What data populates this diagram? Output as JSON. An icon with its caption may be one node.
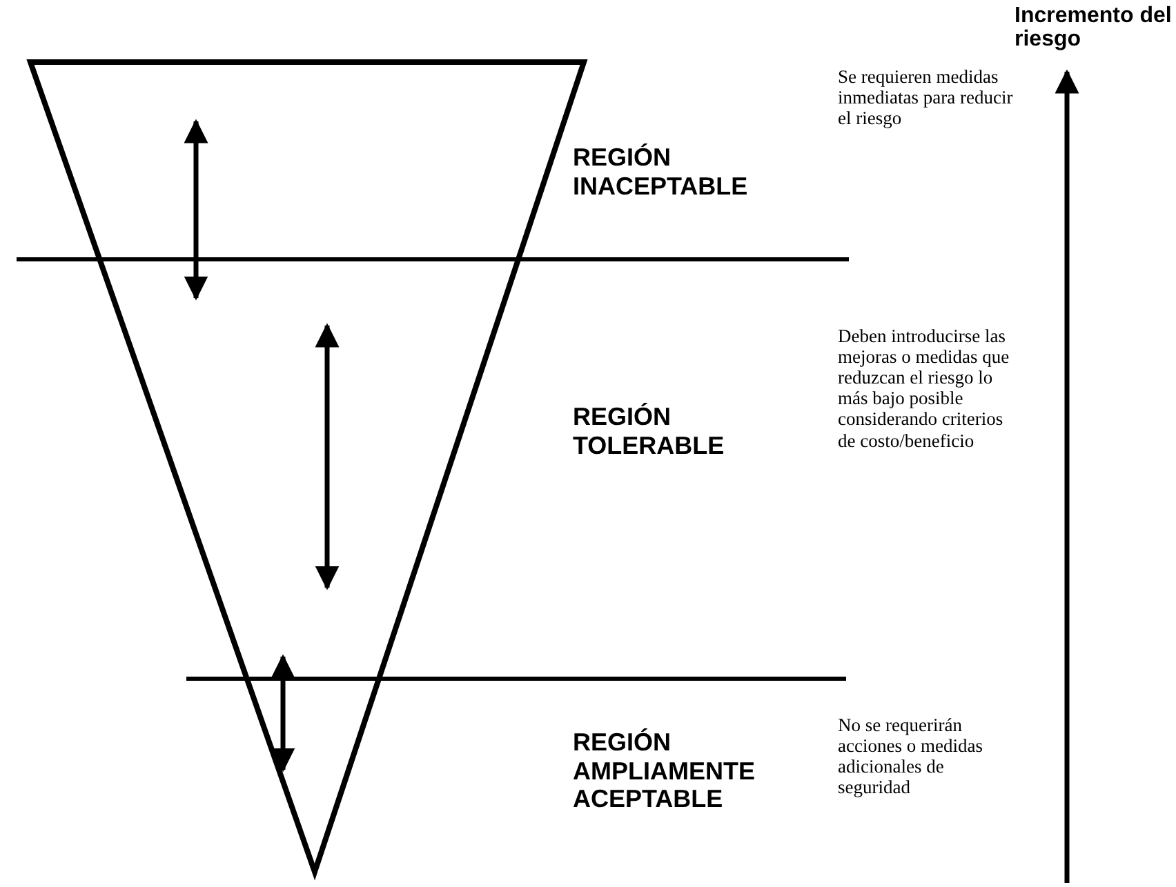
{
  "diagram": {
    "labels": [
      "Incremento del riesgo",
      "REGIÓN INACEPTABLE",
      "Se requieren medidas inmediatas para reducir el riesgo",
      "REGIÓN TOLERABLE",
      "Deben introducirse las mejoras o medidas que reduzcan el riesgo lo más bajo posible considerando criterios de costo/beneficio",
      "REGIÓN AMPLIAMENTE ACEPTABLE",
      "No se requerirán acciones o medidas adicionales de seguridad"
    ]
  }
}
